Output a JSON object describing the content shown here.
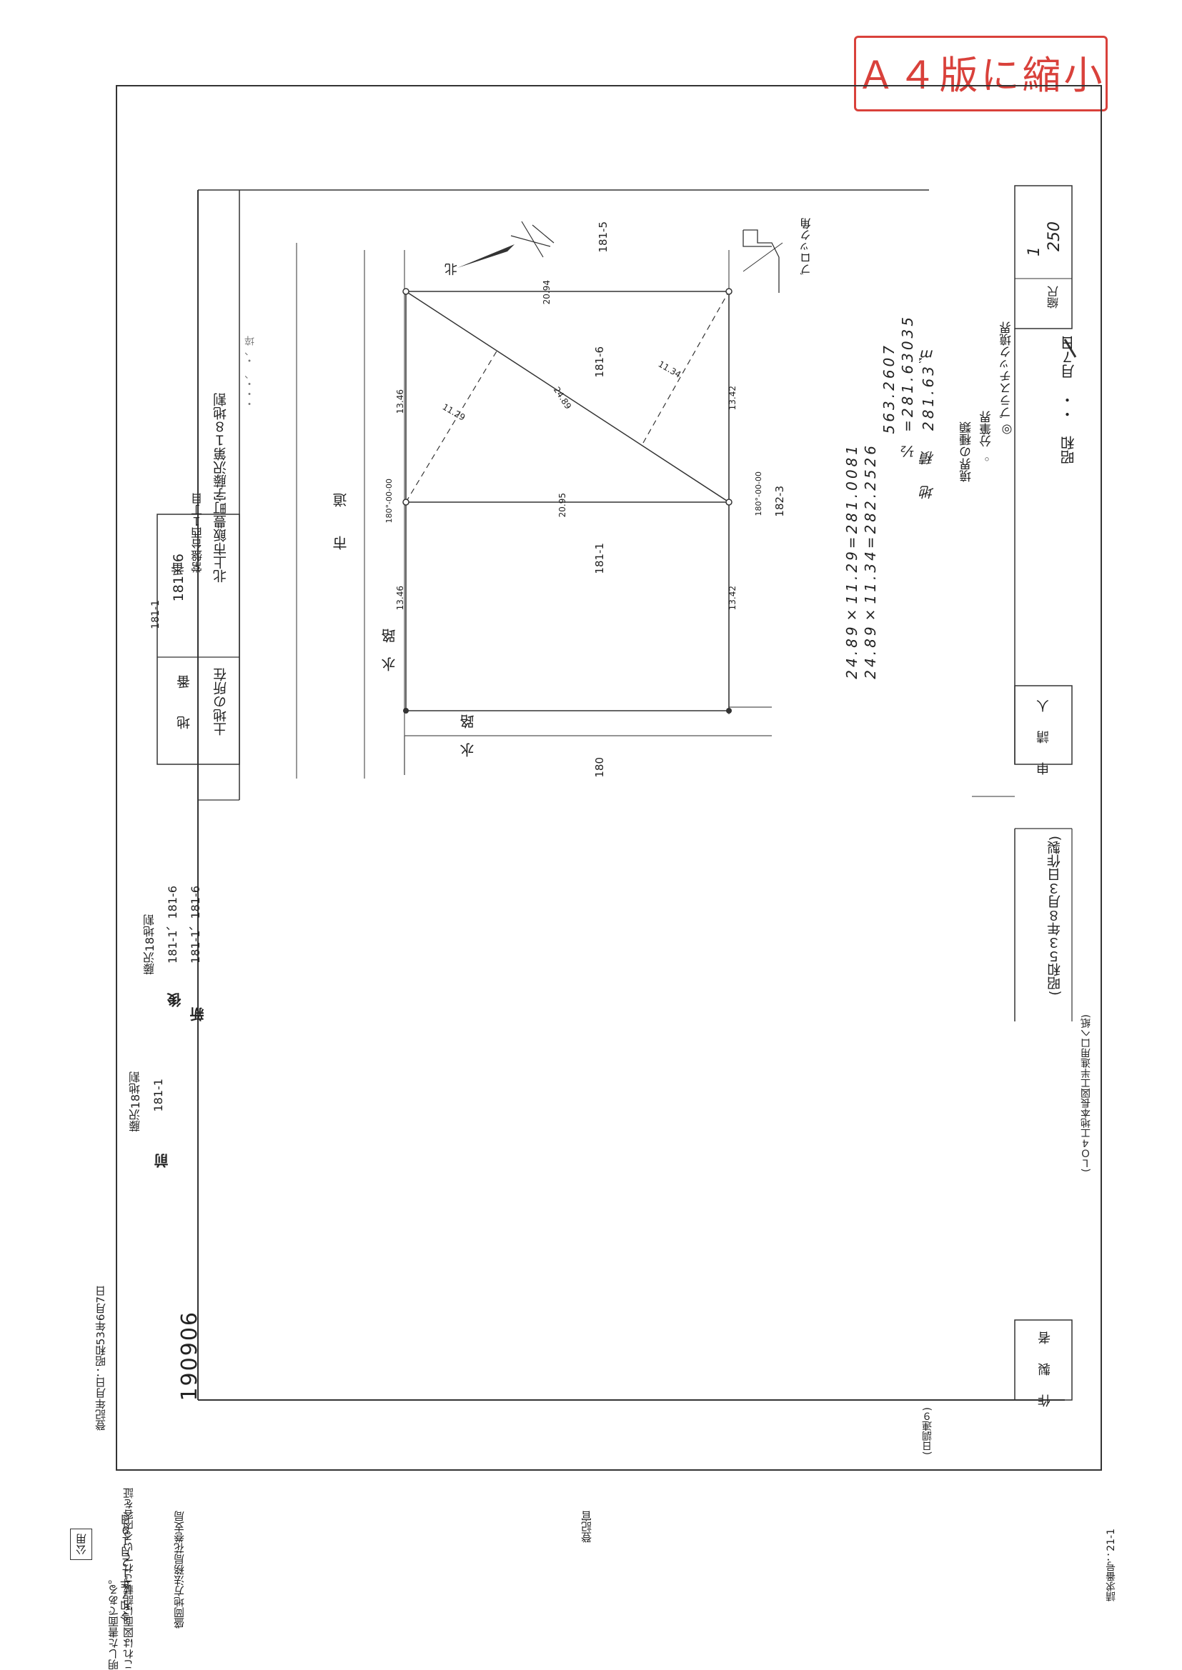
{
  "stamp": "Ａ４版に縮小",
  "title": "地　積　測　量　図",
  "fields": {
    "chiban_label": "地　　番",
    "chiban_value_upper": "181-1",
    "chiban_value": "181番6",
    "location_label": "土地の所在",
    "location_upper": "常盤台西１丁目",
    "location_value": "北上市飯豊町字藤沢第１８地割",
    "location_extra": "・・・、 ・、埣",
    "applicant_label": "申　請　人",
    "maker_label": "作　製　者",
    "scale_label": "縮尺",
    "scale_num": "1",
    "scale_den": "250",
    "boundary_title": "境界の種類",
    "boundary_1": "◦ 分筆界",
    "boundary_2": "◎ プラスチック境界",
    "date_text": "昭和　・・　月７日",
    "made_note": "(昭和５３年８月３日作製)",
    "area_eq1": "24.89×11.29=281.0081",
    "area_eq2": "24.89×11.34=282.2526",
    "area_eq3": "563.2607",
    "area_eq4": "½ =281.63035",
    "area_eq5": "地　積　281.63㎡",
    "block_label": "ブロック角",
    "north_label": "北"
  },
  "before": {
    "label": "前",
    "line1": "藤沢18地割",
    "line2": "181-1"
  },
  "after": {
    "label": "後",
    "line1": "藤沢18地割",
    "line2": "181-1、181-6",
    "label2": "新",
    "line3": "181-1、181-6"
  },
  "map": {
    "road": "市　　道",
    "waterway": "水　路",
    "waterway2": "水　路",
    "parcels": [
      "181-6",
      "181-1",
      "181-5",
      "182-3",
      "180"
    ],
    "dims": [
      "20.94",
      "20.95",
      "13.46",
      "13.46",
      "13.42",
      "13.42",
      "24.89",
      "11.29",
      "11.34"
    ],
    "angles": [
      "180°-00-00",
      "180°-00-00"
    ]
  },
  "sheet_number": "190906",
  "registration_date": "登記年月日：昭和53年6月7日",
  "paper_maker": "(ＬＯ４工地本長図工半進用口ヘ紙)",
  "footer_note": "(日調連９)",
  "certificate": {
    "line1": "これは図面に記載されている内容を証明した書面である。",
    "date": "令和７年１２月１９日",
    "office": "盛岡地方法務局花巻支局",
    "officer": "登記官"
  },
  "public_label": "公用",
  "request_no": "請求番号：21-1"
}
